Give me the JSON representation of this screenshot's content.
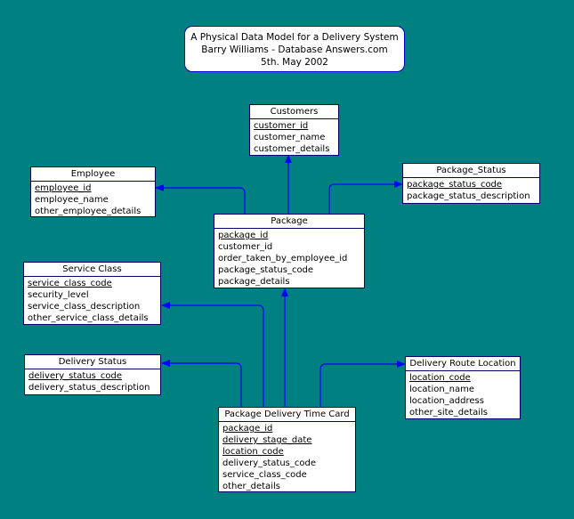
{
  "title": {
    "line1": "A Physical Data Model for a Delivery System",
    "line2": "Barry Williams - Database Answers.com",
    "line3": "5th. May 2002"
  },
  "entities": {
    "customers": {
      "name": "Customers",
      "attributes": [
        {
          "text": "customer_id",
          "pk": true
        },
        {
          "text": "customer_name",
          "pk": false
        },
        {
          "text": "customer_details",
          "pk": false
        }
      ]
    },
    "employee": {
      "name": "Employee",
      "attributes": [
        {
          "text": "employee_id",
          "pk": true
        },
        {
          "text": "employee_name",
          "pk": false
        },
        {
          "text": "other_employee_details",
          "pk": false
        }
      ]
    },
    "package_status": {
      "name": "Package_Status",
      "attributes": [
        {
          "text": "package_status_code",
          "pk": true
        },
        {
          "text": "package_status_description",
          "pk": false
        }
      ]
    },
    "package": {
      "name": "Package",
      "attributes": [
        {
          "text": "package_id",
          "pk": true
        },
        {
          "text": "customer_id",
          "pk": false
        },
        {
          "text": "order_taken_by_employee_id",
          "pk": false
        },
        {
          "text": "package_status_code",
          "pk": false
        },
        {
          "text": "package_details",
          "pk": false
        }
      ]
    },
    "service_class": {
      "name": "Service Class",
      "attributes": [
        {
          "text": "service_class_code",
          "pk": true
        },
        {
          "text": "security_level",
          "pk": false
        },
        {
          "text": "service_class_description",
          "pk": false
        },
        {
          "text": "other_service_class_details",
          "pk": false
        }
      ]
    },
    "delivery_status": {
      "name": "Delivery Status",
      "attributes": [
        {
          "text": "delivery_status_code",
          "pk": true
        },
        {
          "text": "delivery_status_description",
          "pk": false
        }
      ]
    },
    "delivery_route_location": {
      "name": "Delivery Route Location",
      "attributes": [
        {
          "text": "location_code",
          "pk": true
        },
        {
          "text": "location_name",
          "pk": false
        },
        {
          "text": "location_address",
          "pk": false
        },
        {
          "text": "other_site_details",
          "pk": false
        }
      ]
    },
    "package_delivery_time_card": {
      "name": "Package Delivery Time Card",
      "attributes": [
        {
          "text": "package_id",
          "pk": true
        },
        {
          "text": "delivery_stage_date",
          "pk": true
        },
        {
          "text": "location_code",
          "pk": true
        },
        {
          "text": "delivery_status_code",
          "pk": false
        },
        {
          "text": "service_class_code",
          "pk": false
        },
        {
          "text": "other_details",
          "pk": false
        }
      ]
    }
  },
  "relationships": [
    {
      "from": "package",
      "to": "customers"
    },
    {
      "from": "package",
      "to": "employee"
    },
    {
      "from": "package",
      "to": "package_status"
    },
    {
      "from": "package_delivery_time_card",
      "to": "package"
    },
    {
      "from": "package_delivery_time_card",
      "to": "service_class"
    },
    {
      "from": "package_delivery_time_card",
      "to": "delivery_status"
    },
    {
      "from": "package_delivery_time_card",
      "to": "delivery_route_location"
    }
  ],
  "colors": {
    "background": "#008080",
    "line": "#0000ff",
    "box_border": "#000066"
  }
}
